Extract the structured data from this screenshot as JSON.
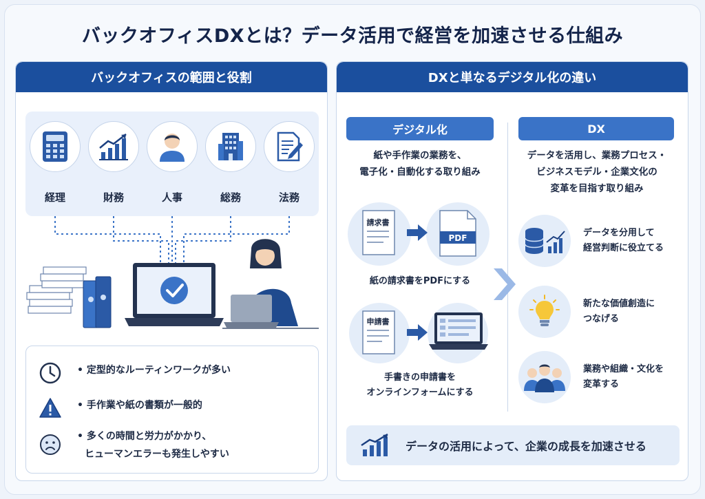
{
  "title": "バックオフィスDXとは？データ活用で経営を加速させる仕組み",
  "left_panel": {
    "header": "バックオフィスの範囲と役割",
    "roles": [
      {
        "label": "経理",
        "icon": "calculator-icon"
      },
      {
        "label": "財務",
        "icon": "growth-chart-icon"
      },
      {
        "label": "人事",
        "icon": "person-icon"
      },
      {
        "label": "総務",
        "icon": "building-icon"
      },
      {
        "label": "法務",
        "icon": "document-pen-icon"
      }
    ],
    "points": [
      {
        "icon": "clock-icon",
        "text": "• 定型的なルーティンワークが多い"
      },
      {
        "icon": "warning-icon",
        "text": "• 手作業や紙の書類が一般的"
      },
      {
        "icon": "sad-face-icon",
        "text": "• 多くの時間と労力がかかり、",
        "text2": "ヒューマンエラーも発生しやすい"
      }
    ]
  },
  "right_panel": {
    "header": "DXと単なるデジタル化の違い",
    "digital": {
      "header": "デジタル化",
      "desc_line1": "紙や手作業の業務を、",
      "desc_line2": "電子化・自動化する取り組み",
      "example1": {
        "doc_label": "請求書",
        "result_label": "PDF",
        "caption": "紙の請求書をPDFにする"
      },
      "example2": {
        "doc_label": "申請書",
        "caption_line1": "手書きの申請書を",
        "caption_line2": "オンラインフォームにする"
      }
    },
    "dx": {
      "header": "DX",
      "desc_line1": "データを活用し、業務プロセス・",
      "desc_line2": "ビジネスモデル・企業文化の",
      "desc_line3": "変革を目指す取り組み",
      "items": [
        {
          "icon": "database-chart-icon",
          "line1": "データを分用して",
          "line2": "経営判断に役立てる"
        },
        {
          "icon": "lightbulb-icon",
          "line1": "新たな価値創造に",
          "line2": "つなげる"
        },
        {
          "icon": "team-icon",
          "line1": "業務や組織・文化を",
          "line2": "変革する"
        }
      ]
    },
    "banner": "データの活用によって、企業の成長を加速させる"
  },
  "colors": {
    "primary": "#1b4f9e",
    "accent": "#3a73c7",
    "light": "#e4edf9",
    "text": "#1d2a44"
  }
}
